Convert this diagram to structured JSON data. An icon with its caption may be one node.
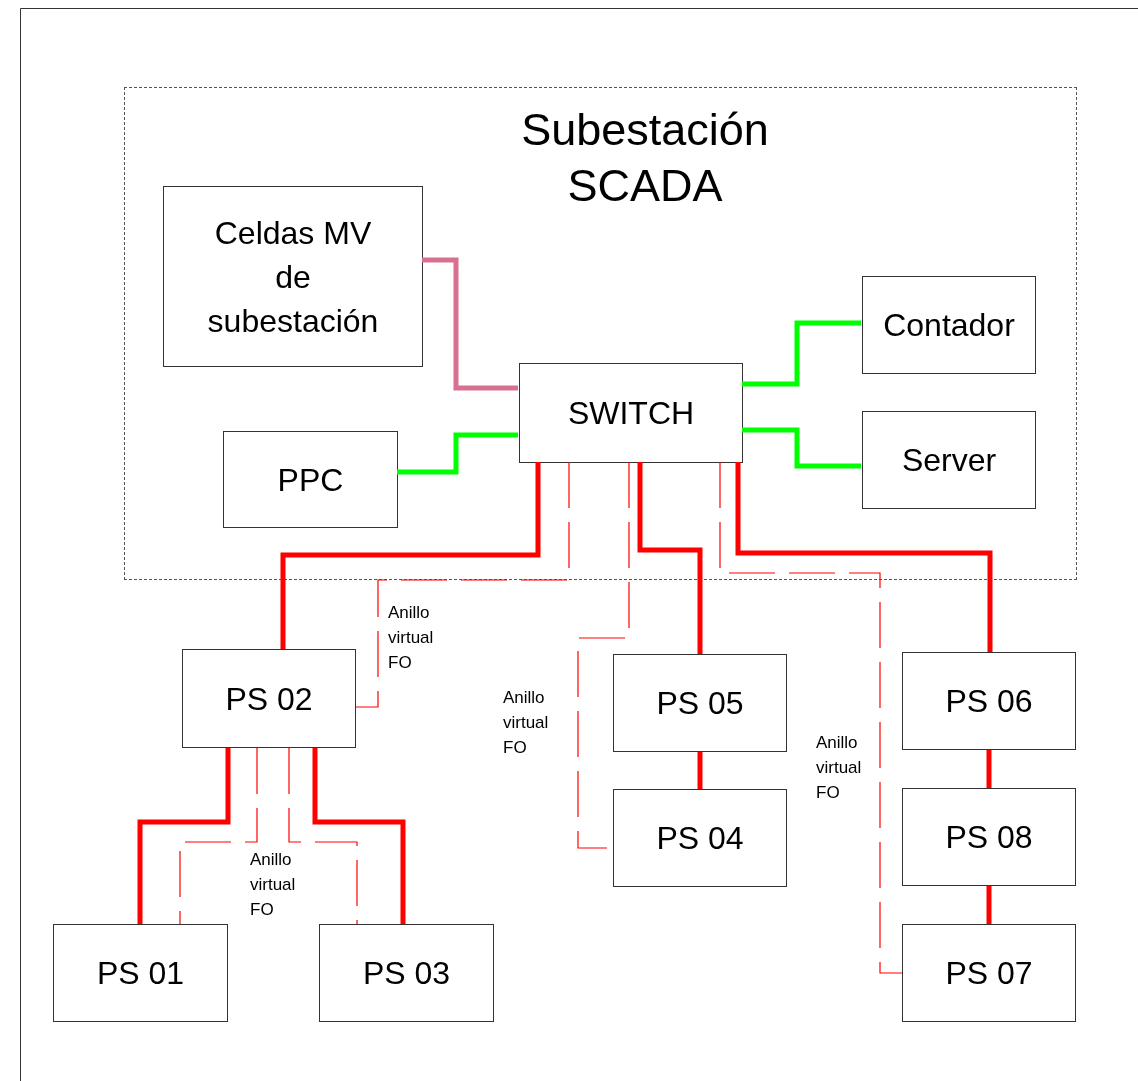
{
  "diagram": {
    "nodes": [
      {
        "text": [
          "Subestación SCADA"
        ]
      },
      {
        "text": [
          "Celdas MV de subestación"
        ],
        "in": 0
      },
      {
        "text": [
          "Contador"
        ],
        "in": 0
      },
      {
        "text": [
          "SWITCH"
        ],
        "in": 0
      },
      {
        "text": [
          "Server"
        ],
        "in": 0
      },
      {
        "text": [
          "PPC"
        ],
        "in": 0
      },
      {
        "text": [
          "PS 02"
        ]
      },
      {
        "text": [
          "PS 05"
        ]
      },
      {
        "text": [
          "PS 06"
        ]
      },
      {
        "text": [
          "PS 04"
        ]
      },
      {
        "text": [
          "PS 08"
        ]
      },
      {
        "text": [
          "PS 01"
        ]
      },
      {
        "text": [
          "PS 03"
        ]
      },
      {
        "text": [
          "PS 07"
        ]
      }
    ],
    "edges": [
      {
        "from": 1,
        "to": 3,
        "arrow": "none",
        "color": "#d87090"
      },
      {
        "from": 5,
        "to": 3,
        "arrow": "none",
        "color": "#00ff00"
      },
      {
        "from": 3,
        "to": 2,
        "arrow": "none",
        "color": "#00ff00"
      },
      {
        "from": 3,
        "to": 4,
        "arrow": "none",
        "color": "#00ff00"
      },
      {
        "from": 3,
        "to": 6,
        "arrow": "none"
      },
      {
        "from": 3,
        "to": 6,
        "arrow": "none",
        "style": "dashed",
        "label": "Anillo virtual FO"
      },
      {
        "from": 3,
        "to": 9,
        "arrow": "none",
        "style": "dashed",
        "label": "Anillo virtual FO"
      },
      {
        "from": 3,
        "to": 7,
        "arrow": "none"
      },
      {
        "from": 3,
        "to": 13,
        "arrow": "none",
        "style": "dashed",
        "label": "Anillo virtual FO"
      },
      {
        "from": 3,
        "to": 8,
        "arrow": "none"
      },
      {
        "from": 7,
        "to": 9,
        "arrow": "none"
      },
      {
        "from": 8,
        "to": 10,
        "arrow": "none"
      },
      {
        "from": 10,
        "to": 13,
        "arrow": "none"
      },
      {
        "from": 6,
        "to": 11,
        "arrow": "none"
      },
      {
        "from": 6,
        "to": 11,
        "arrow": "none",
        "style": "dashed",
        "label": "Anillo virtual FO"
      },
      {
        "from": 6,
        "to": 12,
        "arrow": "none",
        "style": "dashed"
      },
      {
        "from": 6,
        "to": 12,
        "arrow": "none"
      }
    ]
  }
}
